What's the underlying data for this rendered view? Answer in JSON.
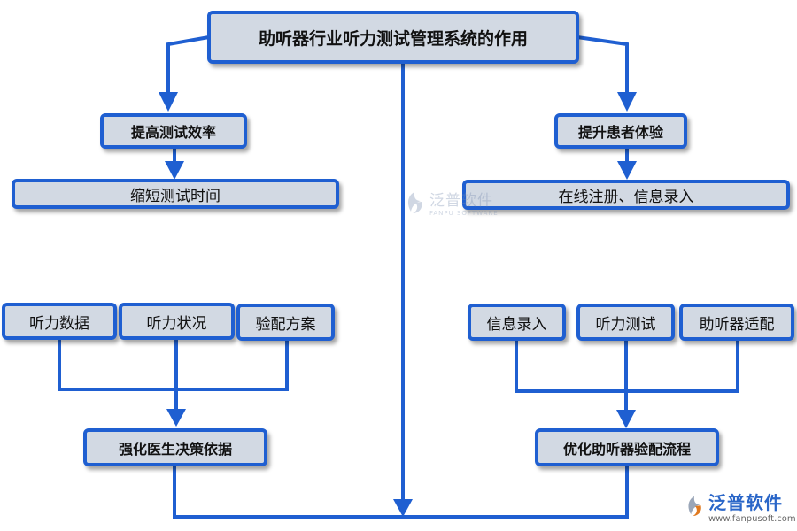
{
  "diagram": {
    "root": "助听器行业听力测试管理系统的作用",
    "left_branch": {
      "heading": "提高测试效率",
      "benefit": "缩短测试时间",
      "inputs": [
        "听力数据",
        "听力状况",
        "验配方案"
      ],
      "result": "强化医生决策依据"
    },
    "right_branch": {
      "heading": "提升患者体验",
      "benefit": "在线注册、信息录入",
      "inputs": [
        "信息录入",
        "听力测试",
        "助听器适配"
      ],
      "result": "优化助听器验配流程"
    }
  },
  "watermark": {
    "brand": "泛普软件",
    "subtitle": "FANPU SOFTWARE",
    "url": "www.fanpusoft.com",
    "color": "#2a66c8"
  },
  "colors": {
    "connector": "#1f5fd1",
    "box_fill": "#d2d9e3",
    "box_border": "#1f5fd1"
  }
}
